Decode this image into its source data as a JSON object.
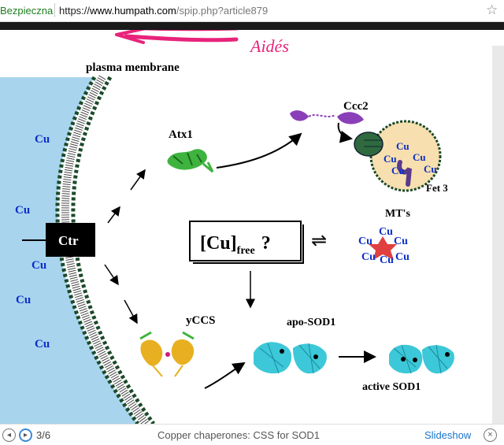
{
  "browser": {
    "security_label": "Bezpieczna",
    "url_scheme": "https://",
    "url_host": "www.humpath.com",
    "url_path": "/spip.php?article879",
    "bookmark_icon": "star-icon",
    "annotation_text": "Aidés"
  },
  "diagram": {
    "membrane_label": "plasma membrane",
    "copper_label": "Cu",
    "ctr_label": "Ctr",
    "atx1_label": "Atx1",
    "ccc2_label": "Ccc2",
    "fet3_label": "Fet 3",
    "free_cu_main": "[Cu]",
    "free_cu_sub": "free",
    "free_cu_question": "?",
    "equilibrium_symbol": "⇌",
    "mts_label": "MT's",
    "yccs_label": "yCCS",
    "apo_sod1_label": "apo-SOD1",
    "active_sod1_label": "active SOD1"
  },
  "footer": {
    "counter": "3/6",
    "caption": "Copper chaperones: CSS for SOD1",
    "slideshow_label": "Slideshow",
    "prev_icon": "prev-arrow-icon",
    "next_icon": "next-arrow-icon",
    "close_icon": "close-icon"
  },
  "colors": {
    "cytoplasm": "#a8d4ee",
    "membrane_bead": "#1c4a2a",
    "cu_text": "#0a2ec8",
    "annotation": "#e8237a",
    "atx1": "#3fb33f",
    "ccc2": "#8a3fb8",
    "mt_star": "#e04040",
    "sod1": "#3cc8d8",
    "yccs_yellow": "#e8b020"
  }
}
